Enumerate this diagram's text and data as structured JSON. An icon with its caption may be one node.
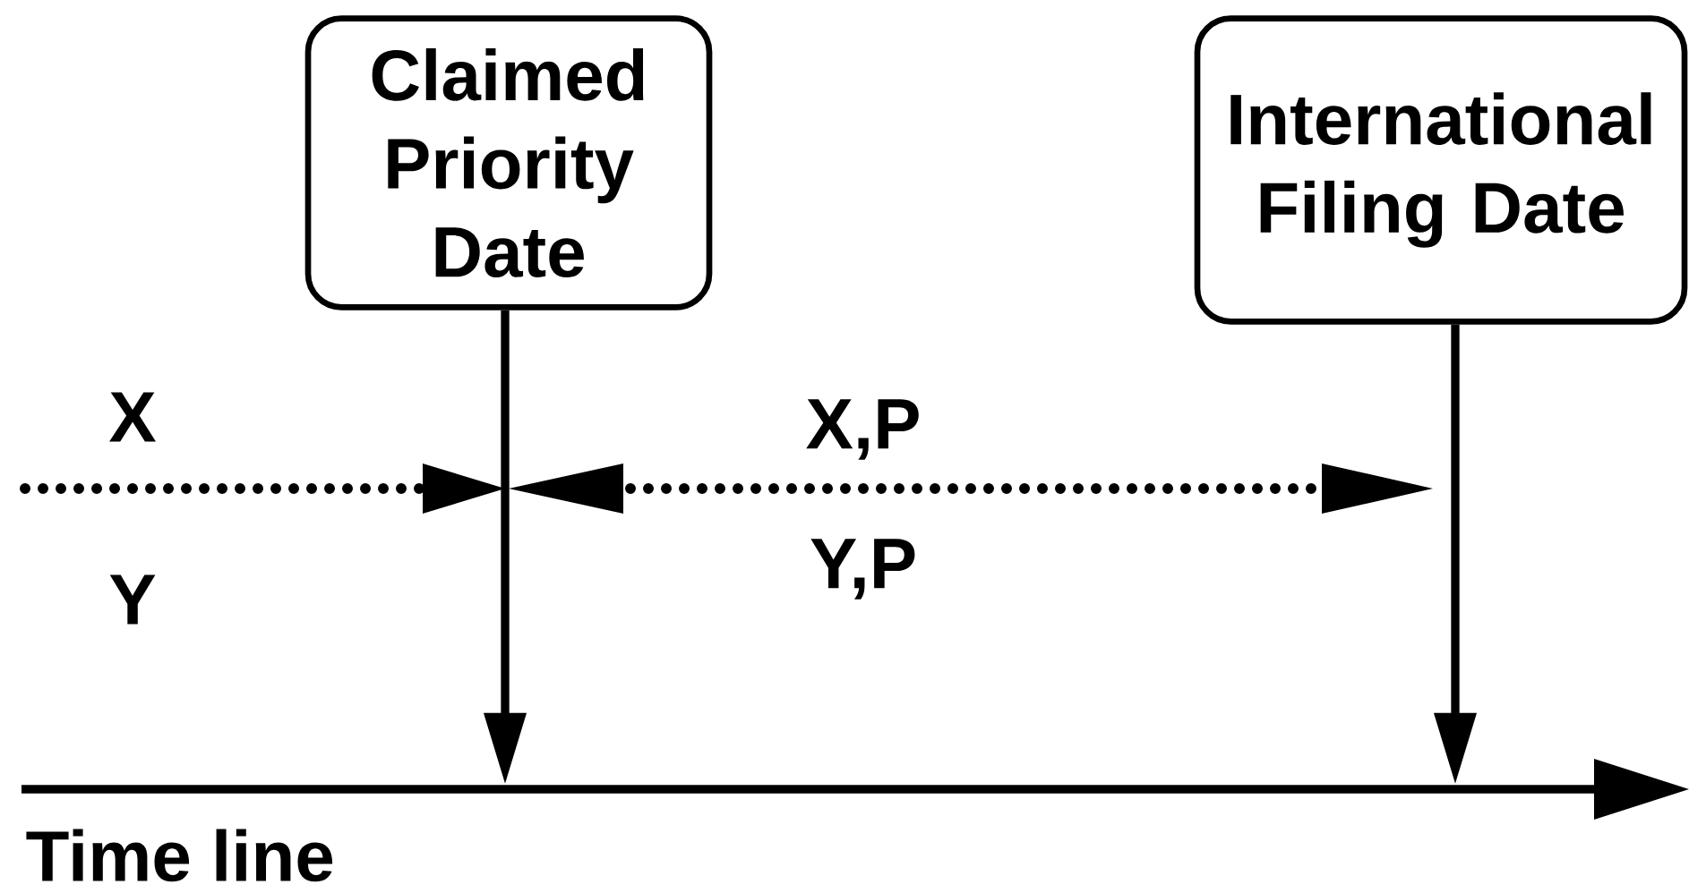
{
  "diagram": {
    "nodes": [
      {
        "text": [
          "Claimed Priority Date"
        ]
      },
      {
        "text": [
          "International Filing Date"
        ]
      },
      {
        "text": [],
        "shape": "bar",
        "beside": [
          "Time line"
        ]
      }
    ],
    "edges": [
      {
        "from": 0,
        "to": 2,
        "arrow": "to"
      },
      {
        "from": 1,
        "to": 2,
        "arrow": "to"
      }
    ],
    "labels": [
      "X",
      "Y",
      "X,P",
      "Y,P"
    ]
  }
}
